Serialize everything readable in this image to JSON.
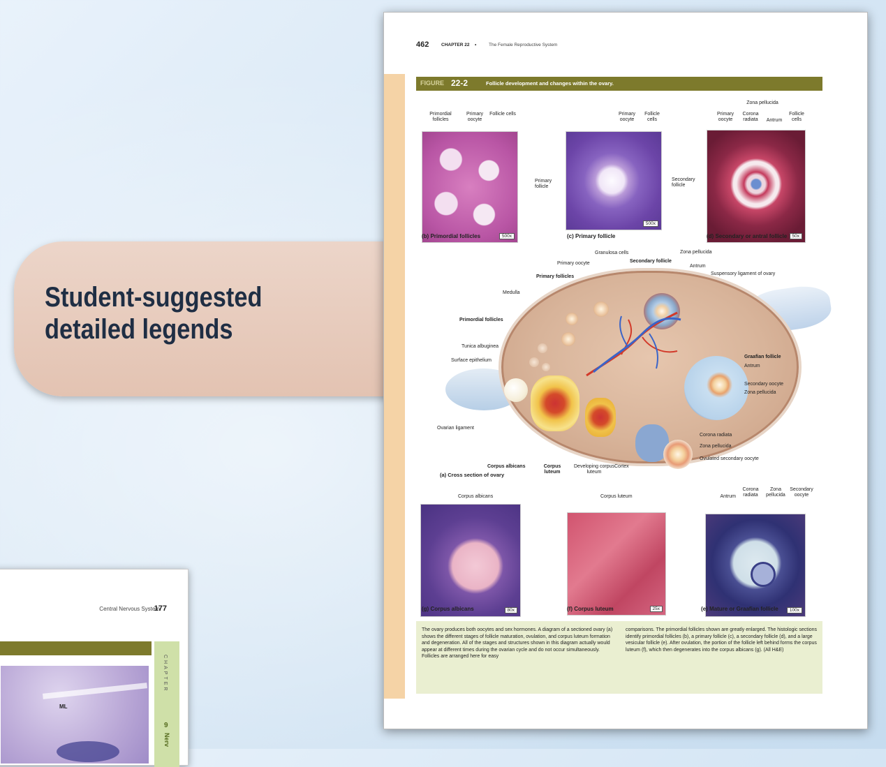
{
  "callout": {
    "line1": "Student-suggested",
    "line2": "detailed legends"
  },
  "back_page": {
    "header": "Central Nervous System",
    "page_number": "177",
    "side_tab": "CHAPTER",
    "side_number": "9",
    "side_word": "Nerv",
    "image_label": "ML"
  },
  "page": {
    "number": "462",
    "chapter": "CHAPTER 22",
    "separator": "•",
    "chapter_title": "The Female Reproductive System",
    "figure": {
      "label": "FIGURE",
      "number": "22-2",
      "caption": "Follicle development and changes within the ovary."
    },
    "micrographs": {
      "b": {
        "caption": "(b) Primordial follicles",
        "mag": "500x",
        "labels": [
          "Primordial follicles",
          "Primary oocyte",
          "Follicle cells"
        ]
      },
      "c": {
        "caption": "(c) Primary follicle",
        "mag": "500x",
        "labels": [
          "Primary oocyte",
          "Follicle cells",
          "Primary follicle"
        ]
      },
      "d": {
        "caption": "(d) Secondary or antral follicle",
        "mag": "50x",
        "labels": [
          "Zona pellucida",
          "Primary oocyte",
          "Corona radiata",
          "Antrum",
          "Follicle cells",
          "Secondary follicle"
        ]
      },
      "g": {
        "caption": "(g) Corpus albicans",
        "mag": "80x",
        "labels": [
          "Corpus albicans"
        ]
      },
      "f": {
        "caption": "(f) Corpus luteum",
        "mag": "25x",
        "labels": [
          "Corpus luteum"
        ]
      },
      "e": {
        "caption": "(e) Mature or Graafian follicle",
        "mag": "100x",
        "labels": [
          "Antrum",
          "Corona radiata",
          "Zona pellucida",
          "Secondary oocyte"
        ]
      }
    },
    "diagram": {
      "caption": "(a) Cross section of ovary",
      "labels": {
        "granulosa": "Granulosa cells",
        "primary_oocyte": "Primary oocyte",
        "primary_follicles": "Primary follicles",
        "secondary_follicle": "Secondary follicle",
        "zona_pellucida_top": "Zona pellucida",
        "antrum_top": "Antrum",
        "suspensory": "Suspensory ligament of ovary",
        "medulla": "Medulla",
        "primordial": "Primordial follicles",
        "tunica": "Tunica albuginea",
        "surface": "Surface epithelium",
        "graafian": "Graafian follicle",
        "antrum": "Antrum",
        "secondary_oocyte": "Secondary oocyte",
        "zona_pellucida": "Zona pellucida",
        "ovarian_ligament": "Ovarian ligament",
        "corona": "Corona radiata",
        "zona_pellucida_2": "Zona pellucida",
        "ovulated": "Ovulated secondary oocyte",
        "corpus_albicans": "Corpus albicans",
        "corpus_luteum": "Corpus luteum",
        "developing": "Developing corpus luteum",
        "cortex": "Cortex"
      }
    },
    "legend": {
      "left": "The ovary produces both oocytes and sex hormones. A diagram of a sectioned ovary (a) shows the different stages of follicle maturation, ovulation, and corpus luteum formation and degeneration. All of the stages and structures shown in this diagram actually would appear at different times during the ovarian cycle and do not occur simultaneously. Follicles are arranged here for easy",
      "right": "comparisons. The primordial follicles shown are greatly enlarged. The histologic sections identify primordial follicles (b), a primary follicle (c), a secondary follicle (d), and a large vesicular follicle (e). After ovulation, the portion of the follicle left behind forms the corpus luteum (f), which then degenerates into the corpus albicans (g). (All H&E)"
    }
  }
}
